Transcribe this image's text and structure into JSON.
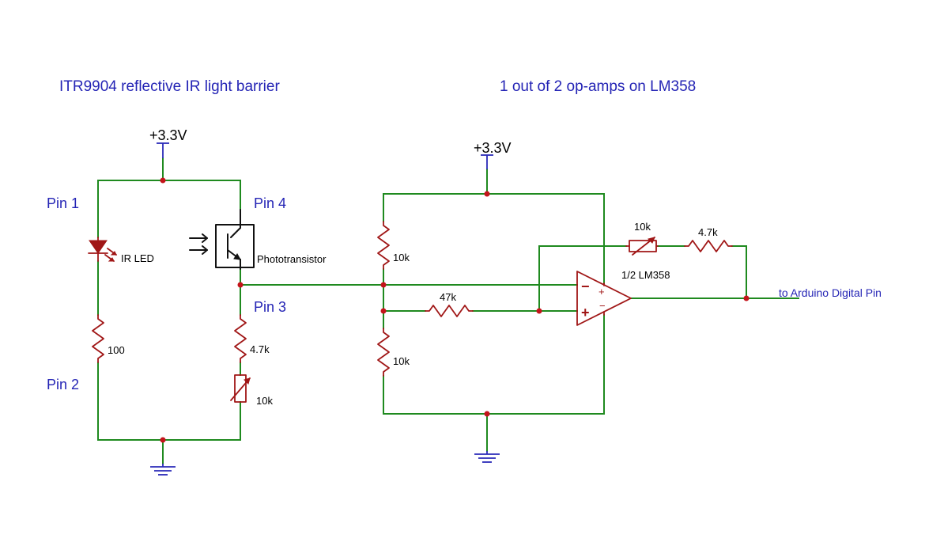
{
  "titles": {
    "left": "ITR9904 reflective IR light barrier",
    "right": "1 out of 2 op-amps on LM358"
  },
  "power": {
    "left_supply": "+3.3V",
    "right_supply": "+3.3V"
  },
  "pins": {
    "pin1": "Pin 1",
    "pin2": "Pin 2",
    "pin3": "Pin 3",
    "pin4": "Pin 4"
  },
  "components": {
    "ir_led": "IR LED",
    "phototransistor": "Phototransistor",
    "r_led": "100",
    "r_emitter": "4.7k",
    "pot_emitter": "10k",
    "r_div_top": "10k",
    "r_div_bottom": "10k",
    "r_input": "47k",
    "pot_feedback": "10k",
    "r_feedback": "4.7k",
    "opamp": "1/2 LM358",
    "opamp_minus": "−",
    "opamp_plus": "+"
  },
  "net_labels": {
    "output": "to Arduino Digital Pin"
  },
  "colors": {
    "wire": "#1f8a1f",
    "component": "#a01616",
    "junction": "#c4141b",
    "label": "#2424b5",
    "power_symbol": "#2a2ab8"
  }
}
